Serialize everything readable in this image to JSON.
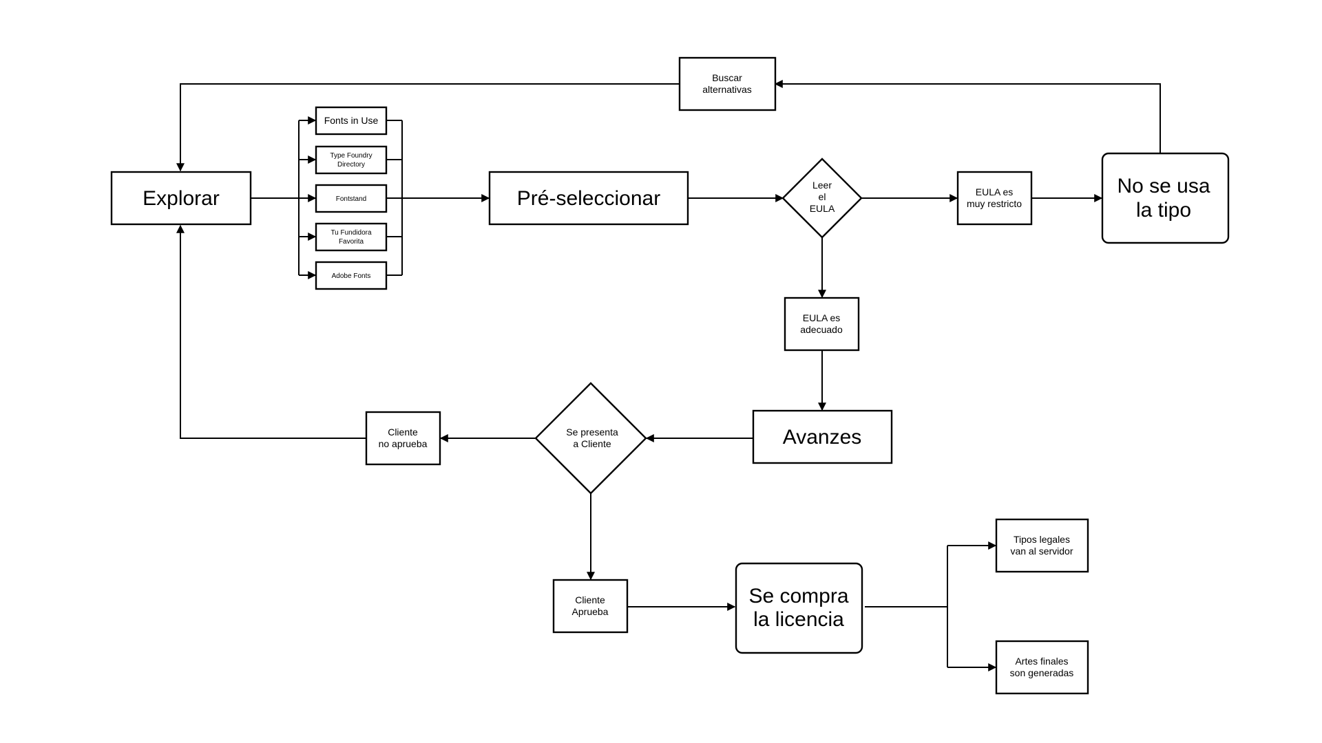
{
  "nodes": {
    "buscar": {
      "lines": [
        "Buscar",
        "alternativas"
      ]
    },
    "explorar": {
      "lines": [
        "Explorar"
      ]
    },
    "fonts_in_use": {
      "lines": [
        "Fonts in Use"
      ]
    },
    "type_foundry": {
      "lines": [
        "Type Foundry",
        "Directory"
      ]
    },
    "fontstand": {
      "lines": [
        "Fontstand"
      ]
    },
    "tu_fundidora": {
      "lines": [
        "Tu Fundidora",
        "Favorita"
      ]
    },
    "adobe_fonts": {
      "lines": [
        "Adobe Fonts"
      ]
    },
    "preseleccionar": {
      "lines": [
        "Pré-seleccionar"
      ]
    },
    "leer_eula": {
      "lines": [
        "Leer",
        "el",
        "EULA"
      ]
    },
    "eula_restricto": {
      "lines": [
        "EULA es",
        "muy restricto"
      ]
    },
    "no_se_usa": {
      "lines": [
        "No se usa",
        "la tipo"
      ]
    },
    "eula_adecuado": {
      "lines": [
        "EULA es",
        "adecuado"
      ]
    },
    "avanzes": {
      "lines": [
        "Avanzes"
      ]
    },
    "se_presenta": {
      "lines": [
        "Se presenta",
        "a Cliente"
      ]
    },
    "cliente_no": {
      "lines": [
        "Cliente",
        "no aprueba"
      ]
    },
    "cliente_aprueba": {
      "lines": [
        "Cliente",
        "Aprueba"
      ]
    },
    "se_compra": {
      "lines": [
        "Se compra",
        "la licencia"
      ]
    },
    "tipos_legales": {
      "lines": [
        "Tipos legales",
        "van al servidor"
      ]
    },
    "artes_finales": {
      "lines": [
        "Artes finales",
        "son generadas"
      ]
    }
  },
  "colors": {
    "line": "#000000",
    "stop_border": "#d0343c",
    "go_border": "#2ee02e"
  }
}
